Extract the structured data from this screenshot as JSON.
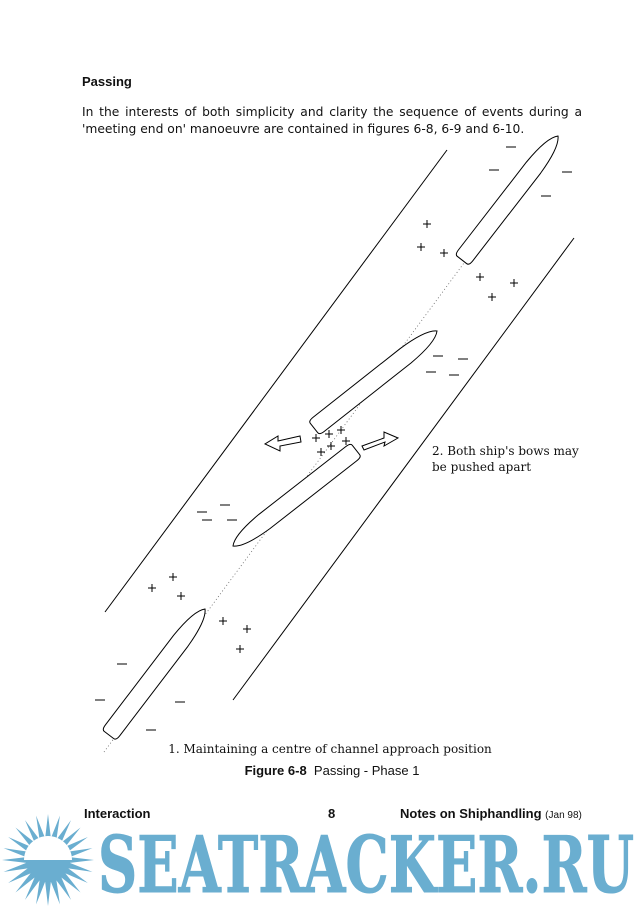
{
  "heading": "Passing",
  "intro": "In the interests of both simplicity and clarity the sequence of events during a 'meeting end on' manoeuvre are contained in figures 6-8, 6-9 and 6-10.",
  "figure": {
    "label_bows_line1": "2. Both ship's bows may",
    "label_bows_line2": "be pushed apart",
    "label_centre": "1. Maintaining a centre of channel approach position",
    "caption_number": "Figure 6-8",
    "caption_text": "Passing - Phase 1"
  },
  "footer": {
    "section": "Interaction",
    "page": "8",
    "title": "Notes on Shiphandling",
    "date": "(Jan 98)"
  },
  "watermark": {
    "text": "SEATRACKER.RU",
    "color": "#6aaed0"
  }
}
